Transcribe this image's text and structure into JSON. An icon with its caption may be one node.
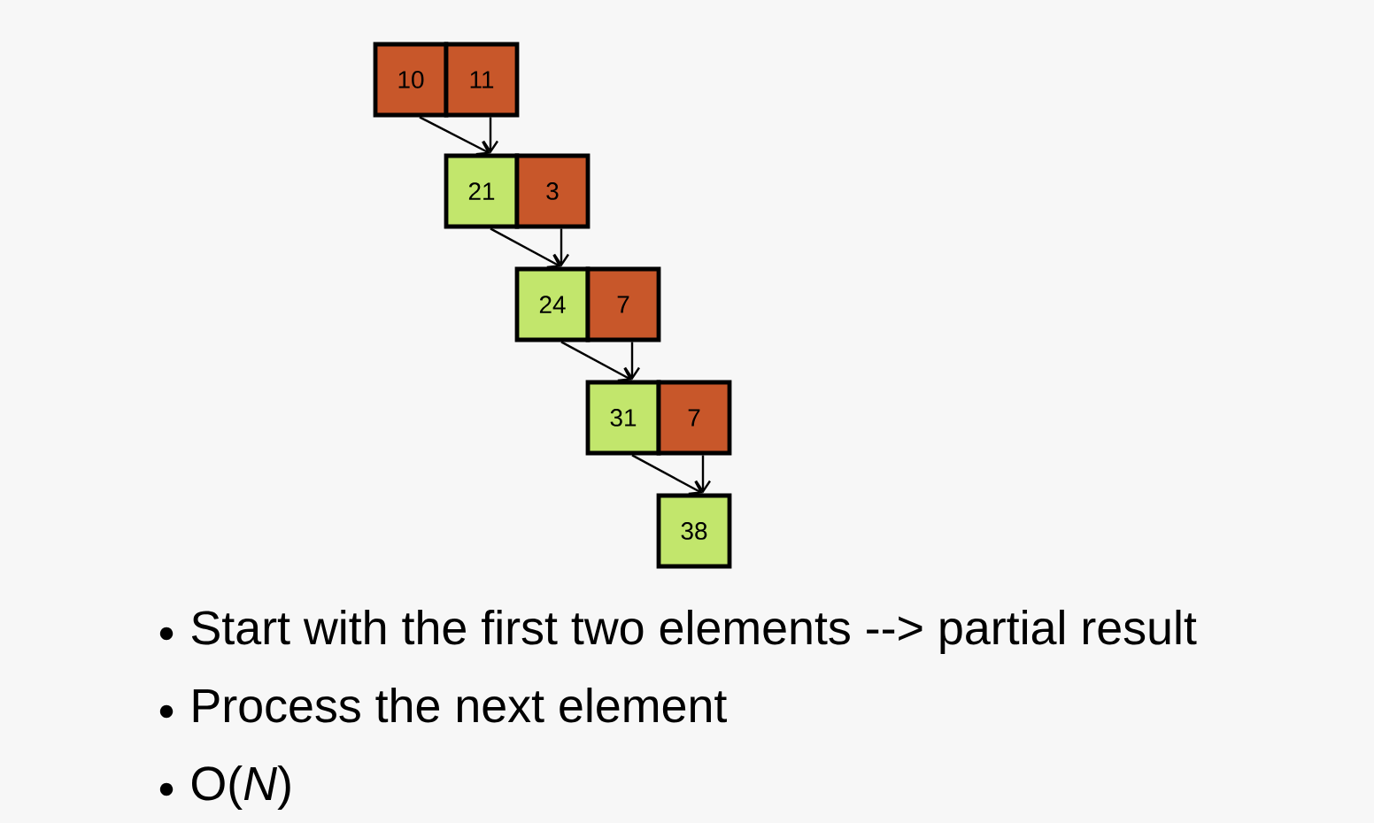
{
  "diagram": {
    "nodes": [
      {
        "text": [
          "10"
        ]
      },
      {
        "text": [
          "11"
        ]
      },
      {
        "text": [
          "21"
        ]
      },
      {
        "text": [
          "3"
        ]
      },
      {
        "text": [
          "24"
        ]
      },
      {
        "text": [
          "7"
        ]
      },
      {
        "text": [
          "31"
        ]
      },
      {
        "text": [
          "7"
        ]
      },
      {
        "text": [
          "38"
        ]
      }
    ],
    "edges": [
      {
        "from": 0,
        "to": 2,
        "arrow": "to"
      },
      {
        "from": 1,
        "to": 2,
        "arrow": "to"
      },
      {
        "from": 2,
        "to": 4,
        "arrow": "to"
      },
      {
        "from": 3,
        "to": 4,
        "arrow": "to"
      },
      {
        "from": 4,
        "to": 6,
        "arrow": "to"
      },
      {
        "from": 5,
        "to": 6,
        "arrow": "to"
      },
      {
        "from": 6,
        "to": 8,
        "arrow": "to"
      },
      {
        "from": 7,
        "to": 8,
        "arrow": "to"
      }
    ],
    "labels": [
      "Start with the first two elements --> partial result",
      "Process the next element",
      "O(*N*)"
    ]
  }
}
